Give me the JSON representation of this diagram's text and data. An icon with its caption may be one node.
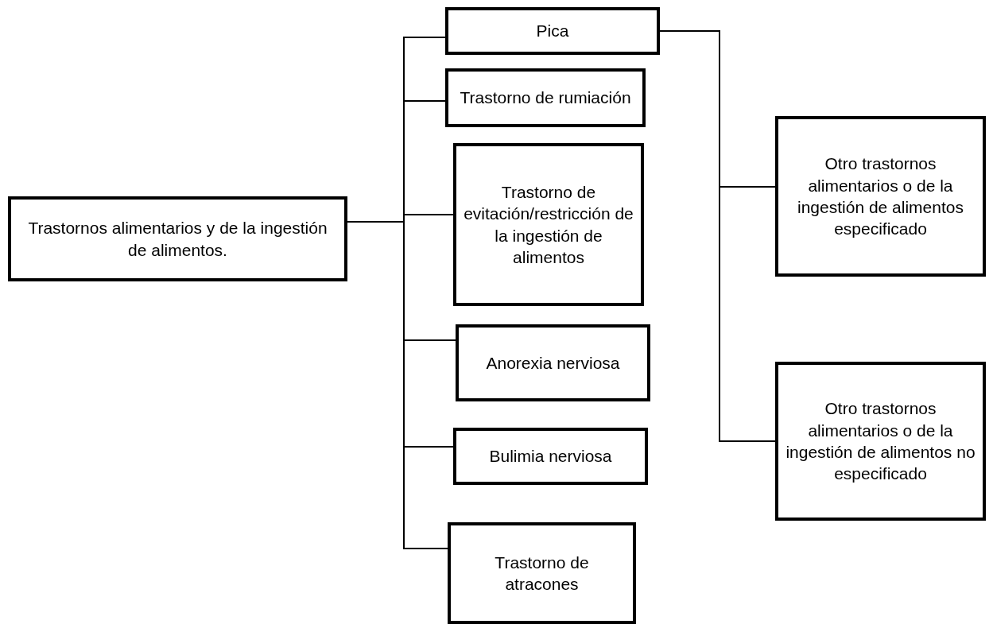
{
  "diagram": {
    "nodes": [
      {
        "text": [
          "Trastornos alimentarios y de la ingestión de alimentos."
        ]
      },
      {
        "text": [
          "Pica"
        ]
      },
      {
        "text": [
          "Trastorno de rumiación"
        ]
      },
      {
        "text": [
          "Trastorno de evitación/restricción de la ingestión de alimentos"
        ]
      },
      {
        "text": [
          "Anorexia nerviosa"
        ]
      },
      {
        "text": [
          "Bulimia nerviosa"
        ]
      },
      {
        "text": [
          "Trastorno de atracones"
        ]
      },
      {
        "text": [
          "Otro trastornos alimentarios o de la ingestión de alimentos especificado"
        ]
      },
      {
        "text": [
          "Otro trastornos alimentarios o de la ingestión de alimentos  no especificado"
        ]
      }
    ],
    "edges": [
      {
        "from": 0,
        "to": 1,
        "arrow": "none"
      },
      {
        "from": 0,
        "to": 2,
        "arrow": "none"
      },
      {
        "from": 0,
        "to": 3,
        "arrow": "none"
      },
      {
        "from": 0,
        "to": 4,
        "arrow": "none"
      },
      {
        "from": 0,
        "to": 5,
        "arrow": "none"
      },
      {
        "from": 0,
        "to": 6,
        "arrow": "none"
      },
      {
        "from": 1,
        "to": 7,
        "arrow": "none"
      },
      {
        "from": 1,
        "to": 8,
        "arrow": "none"
      }
    ]
  }
}
